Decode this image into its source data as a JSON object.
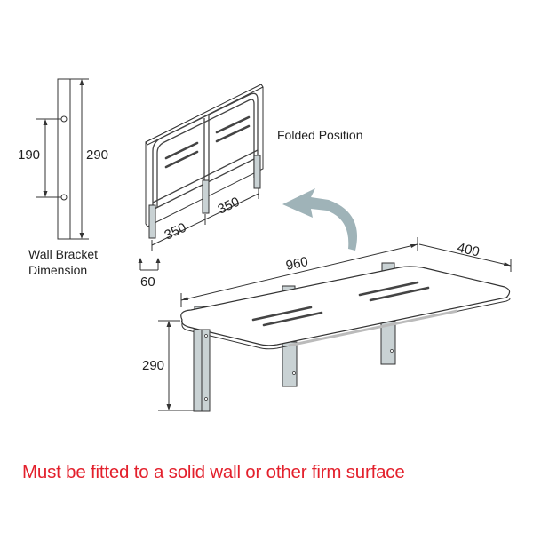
{
  "wall_bracket": {
    "dim_hole_spacing": "190",
    "dim_height": "290",
    "label_line1": "Wall Bracket",
    "label_line2": "Dimension"
  },
  "folded": {
    "label": "Folded Position",
    "dim_leg_spacing_left": "350",
    "dim_leg_spacing_right": "350",
    "dim_bracket_width": "60"
  },
  "bench": {
    "dim_length": "960",
    "dim_depth": "400",
    "dim_height": "290"
  },
  "arrow": {
    "color": "#9fb3b8"
  },
  "warning": {
    "text": "Must be fitted to a solid wall or other firm surface",
    "color": "#e3202c"
  }
}
